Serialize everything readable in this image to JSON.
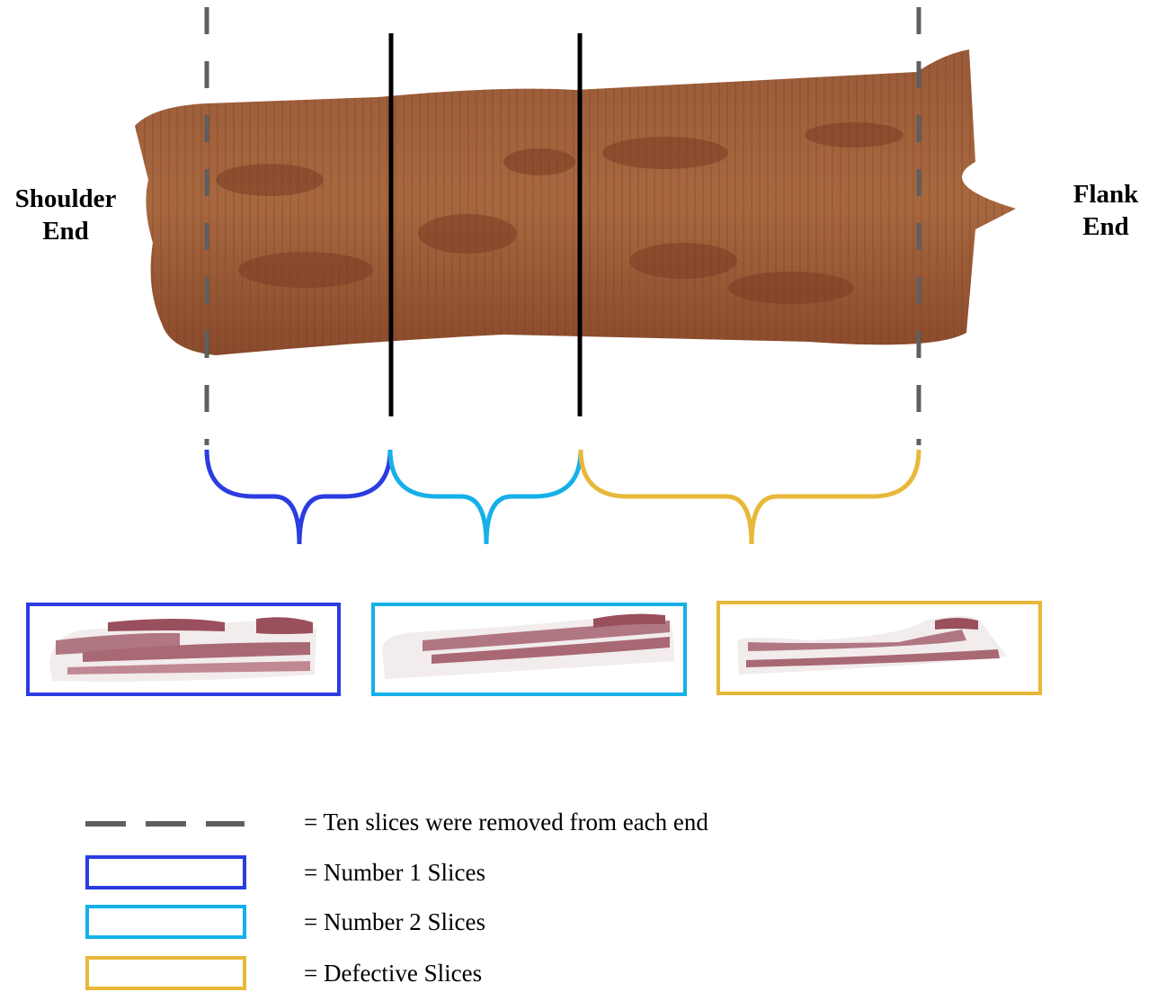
{
  "labels": {
    "shoulder_end": [
      "Shoulder",
      "End"
    ],
    "flank_end": [
      "Flank",
      "End"
    ]
  },
  "colors": {
    "number1": "#2b3ce0",
    "number2": "#15b0e8",
    "defective": "#e8b83a",
    "removed_marker": "#5f5f5f",
    "cut_line": "#000000",
    "belly_lean": "#8a4a2c",
    "belly_crust": "#b0734a",
    "slice_fat": "#f2ecec",
    "slice_lean": "#b07782"
  },
  "sections": [
    {
      "id": "number1",
      "name": "Number 1 Slices"
    },
    {
      "id": "number2",
      "name": "Number 2 Slices"
    },
    {
      "id": "defective",
      "name": "Defective Slices"
    }
  ],
  "legend": [
    {
      "symbol": "dashed-line",
      "text": "= Ten slices were removed from each end"
    },
    {
      "symbol": "box-number1",
      "text": "= Number 1 Slices"
    },
    {
      "symbol": "box-number2",
      "text": "= Number 2 Slices"
    },
    {
      "symbol": "box-defective",
      "text": "= Defective Slices"
    }
  ]
}
